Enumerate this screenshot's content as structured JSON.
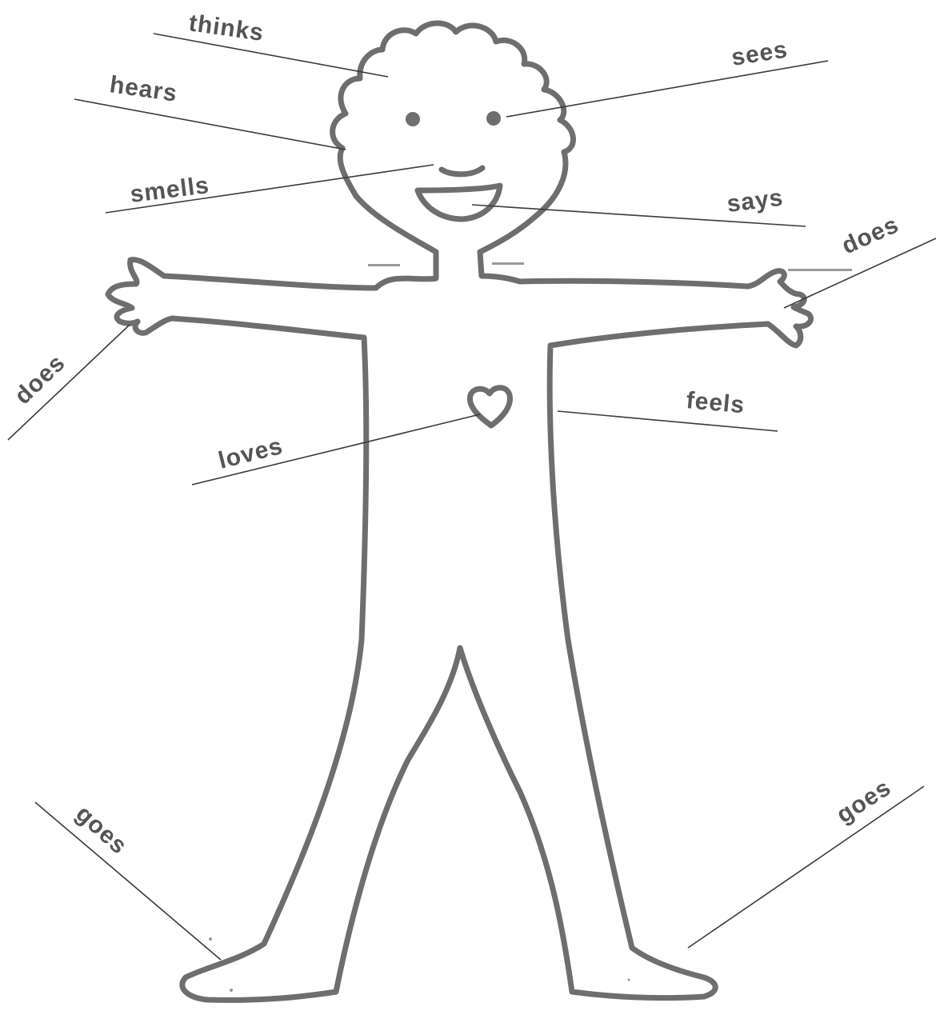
{
  "labels": {
    "thinks": "thinks",
    "hears": "hears",
    "smells": "smells",
    "sees": "sees",
    "says": "says",
    "does_right": "does",
    "does_left": "does",
    "feels": "feels",
    "loves": "loves",
    "goes_left": "goes",
    "goes_right": "goes"
  },
  "colors": {
    "outline": "#6e6e6e",
    "label": "#555555",
    "leader": "#3a3a3a"
  }
}
